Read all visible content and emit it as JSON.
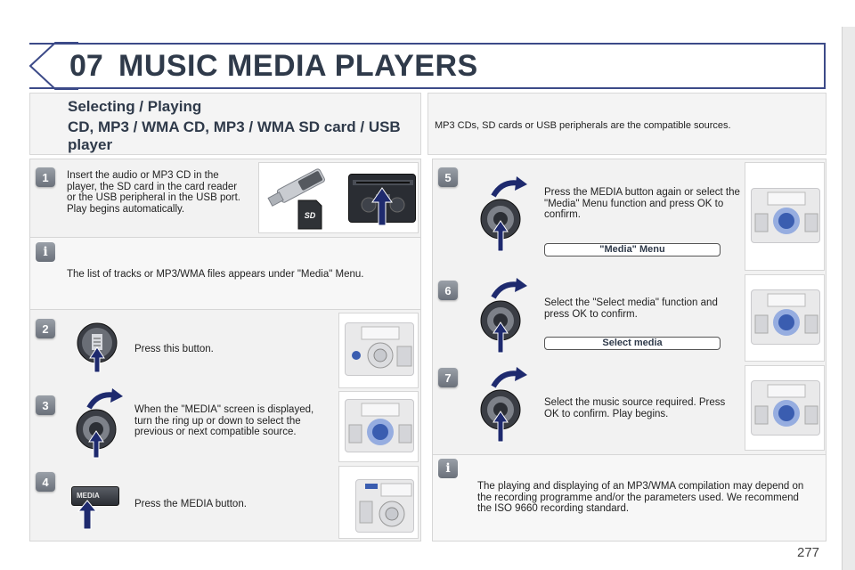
{
  "header": {
    "chapter_number": "07",
    "chapter_title": "MUSIC MEDIA PLAYERS"
  },
  "section": {
    "title": "Selecting / Playing",
    "subtitle": "CD, MP3 / WMA CD, MP3 / WMA SD card / USB player",
    "intro": "MP3 CDs, SD cards or USB peripherals are the compatible sources."
  },
  "steps": [
    {
      "num": "1",
      "text": "Insert the audio or MP3 CD in the player, the SD card in the card reader or the USB peripheral in the USB port. Play begins automatically."
    },
    {
      "num": "2",
      "text": "Press this button."
    },
    {
      "num": "3",
      "text": "When the \"MEDIA\" screen is displayed, turn the ring up or down to select the previous or next compatible source."
    },
    {
      "num": "4",
      "text": "Press the MEDIA button."
    },
    {
      "num": "5",
      "text": "Press the MEDIA button again or select the \"Media\" Menu function and press OK to confirm.",
      "menu": "\"Media\" Menu"
    },
    {
      "num": "6",
      "text": "Select the \"Select media\" function and press OK to confirm.",
      "menu": "Select media"
    },
    {
      "num": "7",
      "text": "Select the music source required. Press OK to confirm. Play begins."
    }
  ],
  "notes": {
    "left_info": "The list of tracks or MP3/WMA files appears under \"Media\" Menu.",
    "right_info": "The playing and displaying of an MP3/WMA compilation may depend on the recording programme and/or the parameters used. We recommend the ISO 9660 recording standard."
  },
  "media_button_label": "MEDIA",
  "info_symbol": "i",
  "page_number": "277",
  "icons": [
    "usb-stick-icon",
    "sd-card-icon",
    "cd-slot-icon",
    "rotary-knob-icon",
    "up-arrow-icon",
    "curved-arrow-icon",
    "info-icon",
    "media-button-icon"
  ],
  "colors": {
    "title": "#2f3a4a",
    "accent": "#3c4a88",
    "arrow": "#1e2a6e",
    "panel": "#f2f2f2"
  }
}
